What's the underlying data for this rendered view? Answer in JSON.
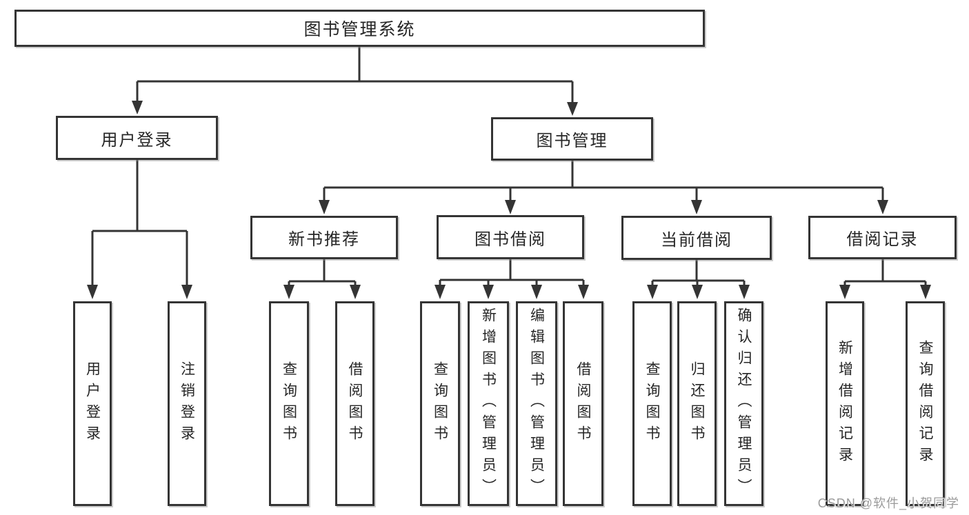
{
  "nodes": {
    "root": "图书管理系统",
    "user_login": "用户登录",
    "book_mgmt": "图书管理",
    "new_book": "新书推荐",
    "book_borrow": "图书借阅",
    "current_borrow": "当前借阅",
    "borrow_record": "借阅记录"
  },
  "leaves": {
    "user_login": [
      "用户登录",
      "注销登录"
    ],
    "new_book": [
      "查询图书",
      "借阅图书"
    ],
    "book_borrow": [
      "查询图书",
      "新增图书（管理员）",
      "编辑图书（管理员）",
      "借阅图书"
    ],
    "current_borrow": [
      "查询图书",
      "归还图书",
      "确认归还（管理员）"
    ],
    "borrow_record": [
      "新增借阅记录",
      "查询借阅记录"
    ]
  },
  "watermark": "CSDN @软件_小贺同学",
  "colors": {
    "line": "#343434",
    "box_border": "#343434",
    "box_fill": "#ffffff",
    "text": "#262626",
    "watermark": "#9b9b9b",
    "background": "#ffffff"
  }
}
